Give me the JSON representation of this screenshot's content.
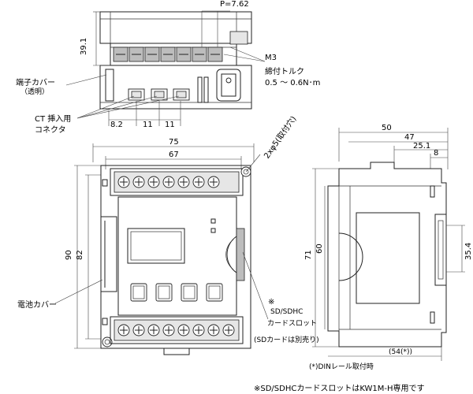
{
  "labels": {
    "pitch": "P=7.62",
    "dim_39_1": "39.1",
    "terminal_cover": "端子カバー",
    "terminal_cover_sub": "（透明）",
    "m3": "M3",
    "torque_title": "締付トルク",
    "torque_value": "0.5 ～ 0.6N･m",
    "ct_connector_1": "CT 挿入用",
    "ct_connector_2": "コネクタ",
    "dim_8_2": "8.2",
    "dim_11a": "11",
    "dim_11b": "11",
    "mount_hole": "2xφ5(取付穴)",
    "dim_75": "75",
    "dim_67": "67",
    "dim_90": "90",
    "dim_82": "82",
    "battery_cover": "電池カバー",
    "asterisk": "※",
    "sd_slot_1": "SD/SDHC",
    "sd_slot_2": "カードスロット",
    "sd_sold": "(SDカードは別売り)",
    "dim_50": "50",
    "dim_47": "47",
    "dim_25_1": "25.1",
    "dim_8": "8",
    "dim_71": "71",
    "dim_60": "60",
    "dim_35_4": "35.4",
    "dim_54": "(54(*))",
    "din_note": "(*)DINレール取付時",
    "footnote": "※SD/SDHCカードスロットはKW1M-H専用です"
  }
}
